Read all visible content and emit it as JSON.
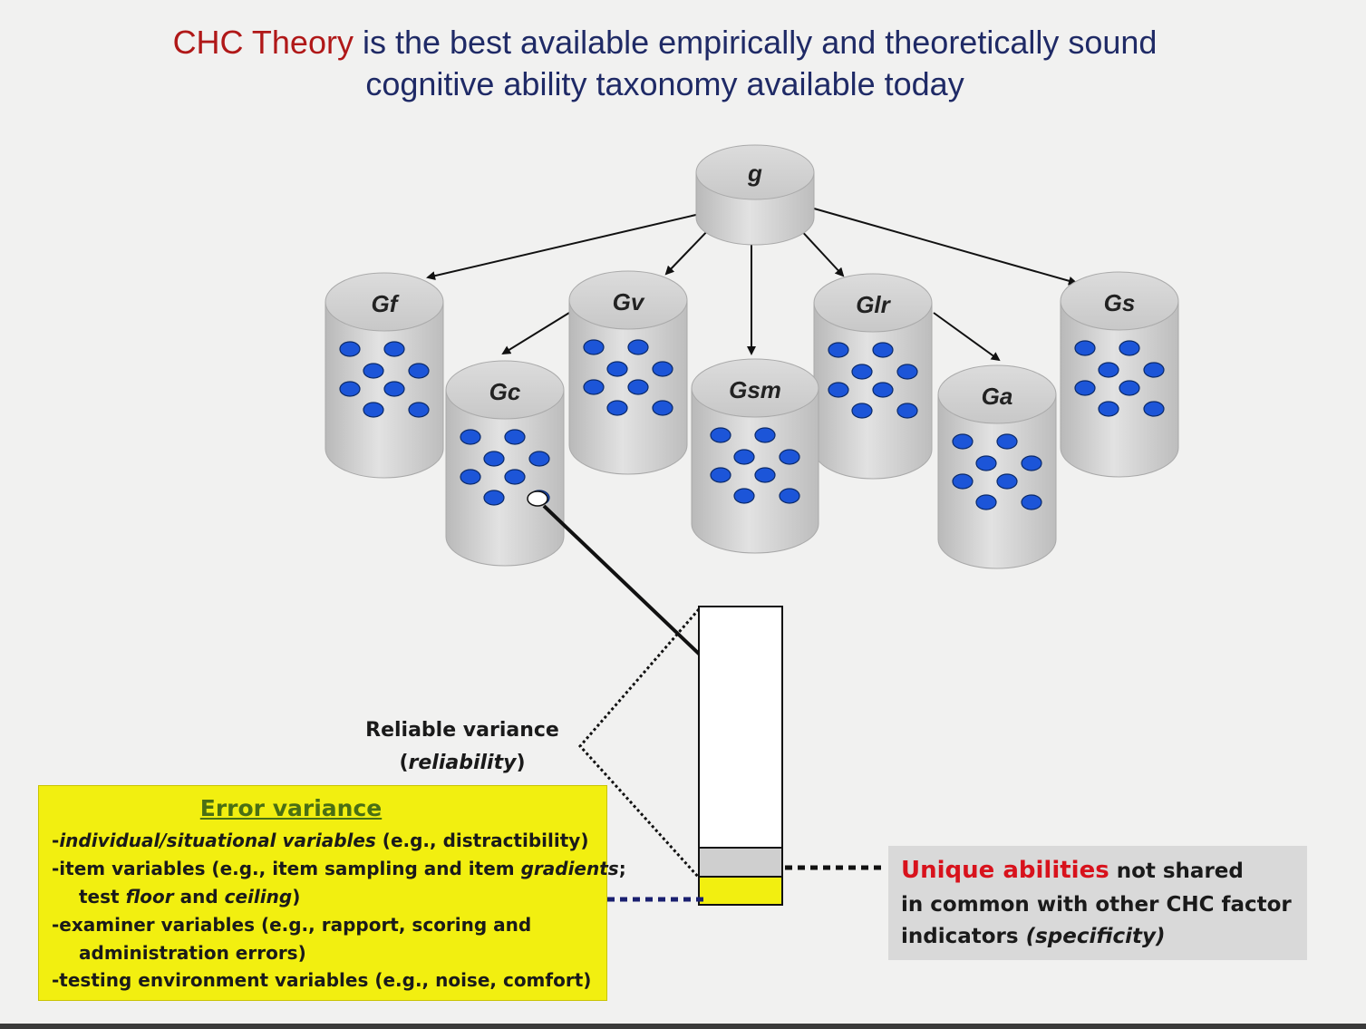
{
  "title": {
    "accent": "CHC Theory",
    "line1_rest": " is the best available empirically and theoretically sound",
    "line2": "cognitive ability taxonomy available today"
  },
  "colors": {
    "accent": "#b01818",
    "title": "#1f2a66",
    "dot": "#1c55d8",
    "cylinder": "#d5d5d5",
    "yellow": "#f2ef10",
    "gray_panel": "#d9d9d9",
    "unique_red": "#d8121c",
    "error_title": "#4a6f14"
  },
  "diagram": {
    "top_node": "g",
    "nodes": [
      {
        "id": "gf",
        "label": "Gf"
      },
      {
        "id": "gc",
        "label": "Gc"
      },
      {
        "id": "gv",
        "label": "Gv"
      },
      {
        "id": "gsm",
        "label": "Gsm"
      },
      {
        "id": "glr",
        "label": "Glr"
      },
      {
        "id": "ga",
        "label": "Ga"
      },
      {
        "id": "gs",
        "label": "Gs"
      }
    ]
  },
  "reliable": {
    "line1": "Reliable variance",
    "line2_paren_open": "(",
    "line2_italic": "reliability",
    "line2_paren_close": ")"
  },
  "error_variance": {
    "title": "Error variance",
    "lines": [
      {
        "a": "-",
        "b_italic": "individual/situational variables",
        "c": " (e.g., distractibility)",
        "d_italic": "",
        "e": ""
      },
      {
        "a": "-item variables (e.g., item sampling and item ",
        "b_italic": "gradients",
        "c": ";",
        "d_italic": "",
        "e": ""
      },
      {
        "a": "test ",
        "b_italic": "floor",
        "c": " and ",
        "d_italic": "ceiling",
        "e": ")"
      },
      {
        "a": "-examiner variables (e.g., rapport, scoring and",
        "b_italic": "",
        "c": "",
        "d_italic": "",
        "e": ""
      },
      {
        "a": "administration errors)",
        "b_italic": "",
        "c": "",
        "d_italic": "",
        "e": ""
      },
      {
        "a": "-testing environment variables (e.g., noise, comfort)",
        "b_italic": "",
        "c": "",
        "d_italic": "",
        "e": ""
      }
    ]
  },
  "unique": {
    "red": "Unique abilities",
    "line1_rest": " not shared",
    "line2": "in common with other CHC factor",
    "line3_start": "indicators ",
    "line3_italic": "(specificity)"
  }
}
